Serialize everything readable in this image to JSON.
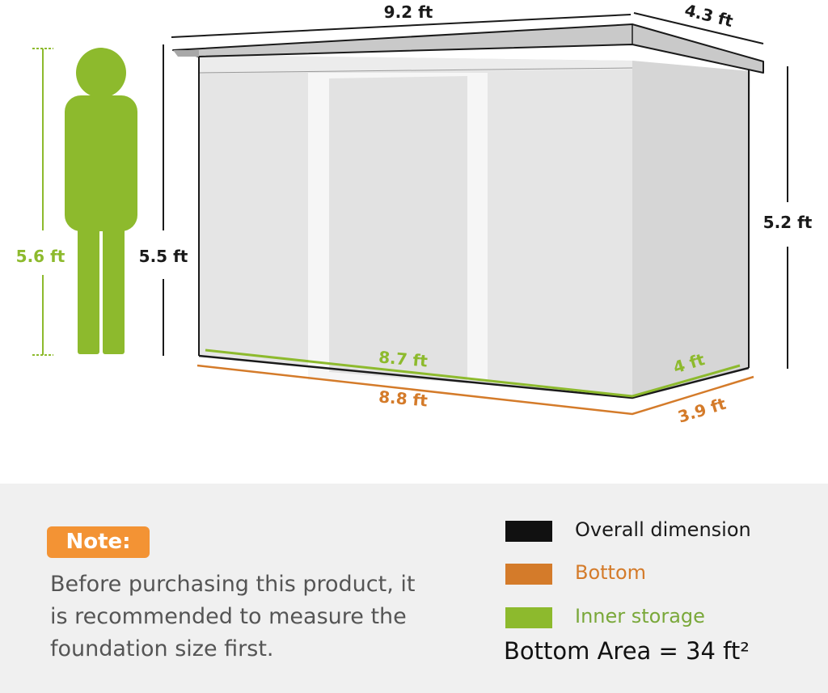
{
  "dimensions": {
    "overall_width": "9.2 ft",
    "overall_depth": "4.3 ft",
    "overall_front_height": "5.5 ft",
    "overall_back_height": "5.2 ft",
    "person_height": "5.6 ft",
    "bottom_width": "8.8 ft",
    "bottom_depth": "3.9 ft",
    "inner_width": "8.7 ft",
    "inner_depth": "4 ft"
  },
  "note": {
    "badge": "Note:",
    "text": "Before purchasing this product, it is recommended to measure the foundation size first."
  },
  "legend": [
    {
      "label": "Overall dimension",
      "color": "#111111",
      "text_color": "#1a1a1a"
    },
    {
      "label": "Bottom",
      "color": "#d47b2a",
      "text_color": "#d47b2a"
    },
    {
      "label": "Inner storage",
      "color": "#8dba2d",
      "text_color": "#7aa83a"
    }
  ],
  "bottom_area": "Bottom Area = 34 ft²",
  "colors": {
    "overall": "#1a1a1a",
    "bottom": "#d47b2a",
    "inner": "#8dba2d",
    "note_badge": "#f39334",
    "panel_background": "#f0f0f0"
  }
}
